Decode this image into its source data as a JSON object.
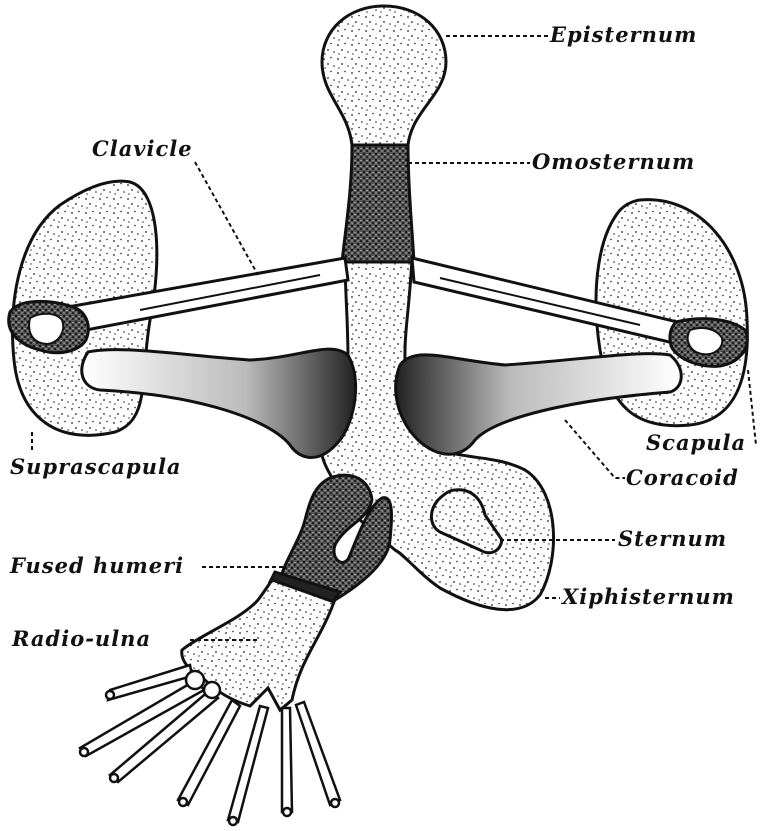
{
  "figure": {
    "labels": {
      "episternum": "Episternum",
      "omosternum": "Omosternum",
      "clavicle": "Clavicle",
      "suprascapula": "Suprascapula",
      "scapula": "Scapula",
      "coracoid": "Coracoid",
      "sternum": "Sternum",
      "xiphisternum": "Xiphisternum",
      "fused_humeri": "Fused humeri",
      "radio_ulna": "Radio-ulna"
    }
  },
  "colors": {
    "ink": "#111111",
    "paper": "#ffffff"
  }
}
